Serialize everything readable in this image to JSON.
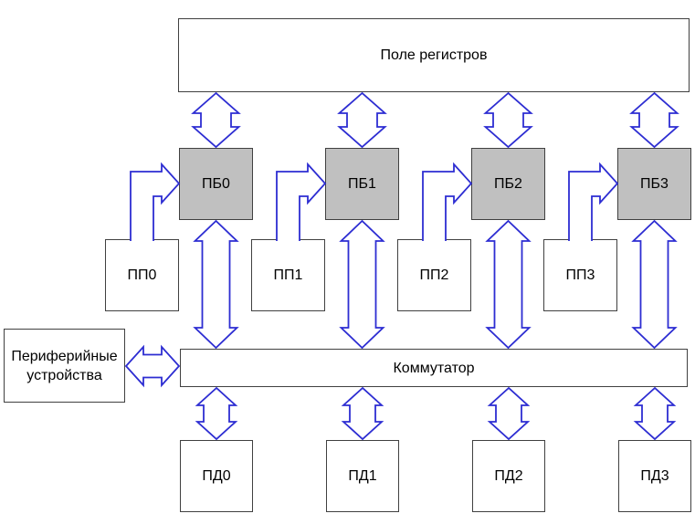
{
  "colors": {
    "arrow": "#2d2dd2",
    "border": "#404040",
    "pb_fill": "#c0c0c0",
    "box_fill": "#ffffff",
    "text": "#000000",
    "bg": "#ffffff"
  },
  "blocks": {
    "register_field": {
      "label": "Поле регистров"
    },
    "pb": [
      {
        "label": "ПБ0"
      },
      {
        "label": "ПБ1"
      },
      {
        "label": "ПБ2"
      },
      {
        "label": "ПБ3"
      }
    ],
    "pp": [
      {
        "label": "ПП0"
      },
      {
        "label": "ПП1"
      },
      {
        "label": "ПП2"
      },
      {
        "label": "ПП3"
      }
    ],
    "pd": [
      {
        "label": "ПД0"
      },
      {
        "label": "ПД1"
      },
      {
        "label": "ПД2"
      },
      {
        "label": "ПД3"
      }
    ],
    "commutator": {
      "label": "Коммутатор"
    },
    "peripherals": {
      "line1": "Периферийные",
      "line2": "устройства"
    }
  }
}
